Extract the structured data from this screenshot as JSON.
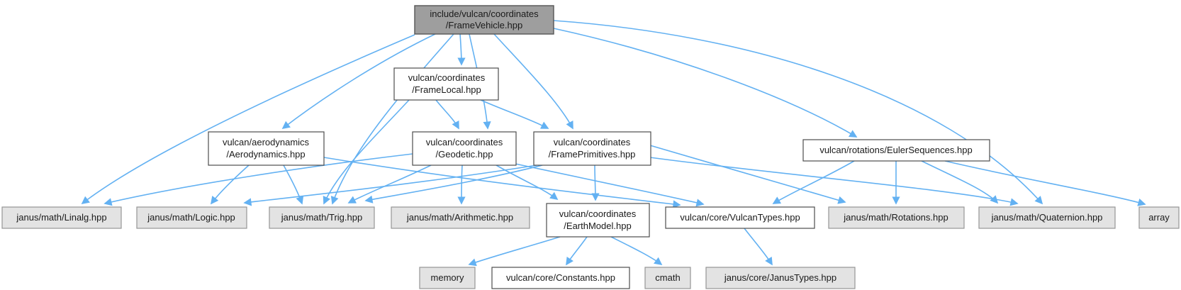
{
  "diagram": {
    "type": "include-dependency-graph",
    "root_file": "include/vulcan/coordinates/FrameVehicle.hpp",
    "colors": {
      "edge": "#63b1f2",
      "root_fill": "#9e9e9e",
      "leaf_fill": "#e3e3e3",
      "node_fill": "#ffffff",
      "text": "#1a1a1a"
    },
    "nodes": {
      "frame_vehicle": {
        "line1": "include/vulcan/coordinates",
        "line2": "/FrameVehicle.hpp",
        "kind": "root"
      },
      "frame_local": {
        "line1": "vulcan/coordinates",
        "line2": "/FrameLocal.hpp",
        "kind": "header"
      },
      "aerodynamics": {
        "line1": "vulcan/aerodynamics",
        "line2": "/Aerodynamics.hpp",
        "kind": "header"
      },
      "geodetic": {
        "line1": "vulcan/coordinates",
        "line2": "/Geodetic.hpp",
        "kind": "header"
      },
      "frame_primitives": {
        "line1": "vulcan/coordinates",
        "line2": "/FramePrimitives.hpp",
        "kind": "header"
      },
      "euler_sequences": {
        "label": "vulcan/rotations/EulerSequences.hpp",
        "kind": "header"
      },
      "linalg": {
        "label": "janus/math/Linalg.hpp",
        "kind": "leaf"
      },
      "logic": {
        "label": "janus/math/Logic.hpp",
        "kind": "leaf"
      },
      "trig": {
        "label": "janus/math/Trig.hpp",
        "kind": "leaf"
      },
      "arithmetic": {
        "label": "janus/math/Arithmetic.hpp",
        "kind": "leaf"
      },
      "earth_model": {
        "line1": "vulcan/coordinates",
        "line2": "/EarthModel.hpp",
        "kind": "header"
      },
      "vulcan_types": {
        "label": "vulcan/core/VulcanTypes.hpp",
        "kind": "header"
      },
      "rotations": {
        "label": "janus/math/Rotations.hpp",
        "kind": "leaf"
      },
      "quaternion": {
        "label": "janus/math/Quaternion.hpp",
        "kind": "leaf"
      },
      "array": {
        "label": "array",
        "kind": "leaf"
      },
      "memory": {
        "label": "memory",
        "kind": "leaf"
      },
      "constants": {
        "label": "vulcan/core/Constants.hpp",
        "kind": "header"
      },
      "cmath": {
        "label": "cmath",
        "kind": "leaf"
      },
      "janus_types": {
        "label": "janus/core/JanusTypes.hpp",
        "kind": "leaf"
      }
    },
    "edges": [
      {
        "from": "frame_vehicle",
        "to": "frame_local"
      },
      {
        "from": "frame_vehicle",
        "to": "aerodynamics"
      },
      {
        "from": "frame_vehicle",
        "to": "geodetic"
      },
      {
        "from": "frame_vehicle",
        "to": "frame_primitives"
      },
      {
        "from": "frame_vehicle",
        "to": "euler_sequences"
      },
      {
        "from": "frame_vehicle",
        "to": "linalg"
      },
      {
        "from": "frame_vehicle",
        "to": "trig"
      },
      {
        "from": "frame_vehicle",
        "to": "quaternion"
      },
      {
        "from": "frame_local",
        "to": "geodetic"
      },
      {
        "from": "frame_local",
        "to": "frame_primitives"
      },
      {
        "from": "frame_local",
        "to": "trig"
      },
      {
        "from": "aerodynamics",
        "to": "logic"
      },
      {
        "from": "aerodynamics",
        "to": "trig"
      },
      {
        "from": "aerodynamics",
        "to": "vulcan_types"
      },
      {
        "from": "geodetic",
        "to": "linalg"
      },
      {
        "from": "geodetic",
        "to": "trig"
      },
      {
        "from": "geodetic",
        "to": "arithmetic"
      },
      {
        "from": "geodetic",
        "to": "earth_model"
      },
      {
        "from": "geodetic",
        "to": "vulcan_types"
      },
      {
        "from": "frame_primitives",
        "to": "logic"
      },
      {
        "from": "frame_primitives",
        "to": "trig"
      },
      {
        "from": "frame_primitives",
        "to": "earth_model"
      },
      {
        "from": "frame_primitives",
        "to": "rotations"
      },
      {
        "from": "frame_primitives",
        "to": "quaternion"
      },
      {
        "from": "euler_sequences",
        "to": "vulcan_types"
      },
      {
        "from": "euler_sequences",
        "to": "rotations"
      },
      {
        "from": "euler_sequences",
        "to": "quaternion"
      },
      {
        "from": "euler_sequences",
        "to": "array"
      },
      {
        "from": "earth_model",
        "to": "memory"
      },
      {
        "from": "earth_model",
        "to": "constants"
      },
      {
        "from": "earth_model",
        "to": "cmath"
      },
      {
        "from": "vulcan_types",
        "to": "janus_types"
      }
    ]
  }
}
